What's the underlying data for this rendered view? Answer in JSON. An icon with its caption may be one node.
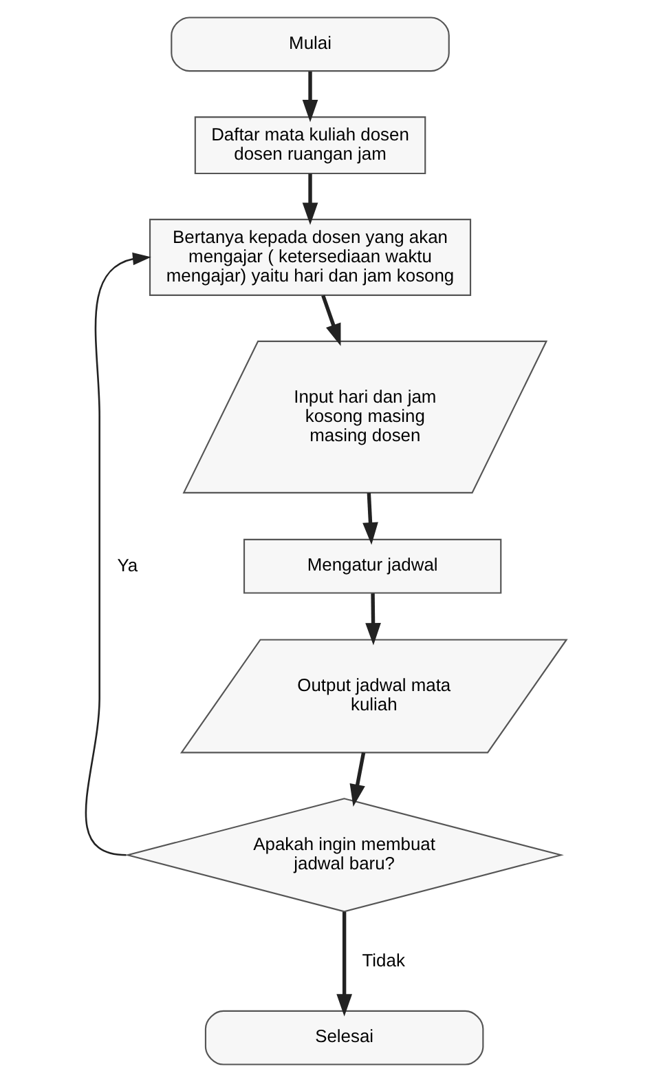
{
  "diagram": {
    "nodes": [
      {
        "text": [
          "Mulai"
        ]
      },
      {
        "text": [
          "Daftar mata kuliah dosen dosen ruangan jam"
        ]
      },
      {
        "text": [
          "Bertanya kepada dosen yang akan mengajar ( ketersediaan waktu mengajar) yaitu hari dan jam kosong"
        ]
      },
      {
        "text": [
          "Input hari dan jam kosong masing masing dosen"
        ]
      },
      {
        "text": [
          "Mengatur jadwal"
        ]
      },
      {
        "text": [
          "Output jadwal mata kuliah"
        ]
      },
      {
        "text": [
          "Apakah ingin membuat jadwal baru?"
        ]
      },
      {
        "text": [
          "Selesai"
        ]
      }
    ],
    "edges": [
      {
        "from": 0,
        "to": 1,
        "arrow": "to"
      },
      {
        "from": 1,
        "to": 2,
        "arrow": "to"
      },
      {
        "from": 2,
        "to": 3,
        "arrow": "to"
      },
      {
        "from": 3,
        "to": 4,
        "arrow": "to"
      },
      {
        "from": 4,
        "to": 5,
        "arrow": "to"
      },
      {
        "from": 5,
        "to": 6,
        "arrow": "to"
      },
      {
        "from": 6,
        "to": 7,
        "arrow": "to",
        "label": "Tidak"
      },
      {
        "from": 6,
        "to": 2,
        "arrow": "to",
        "label": "Ya"
      }
    ]
  }
}
